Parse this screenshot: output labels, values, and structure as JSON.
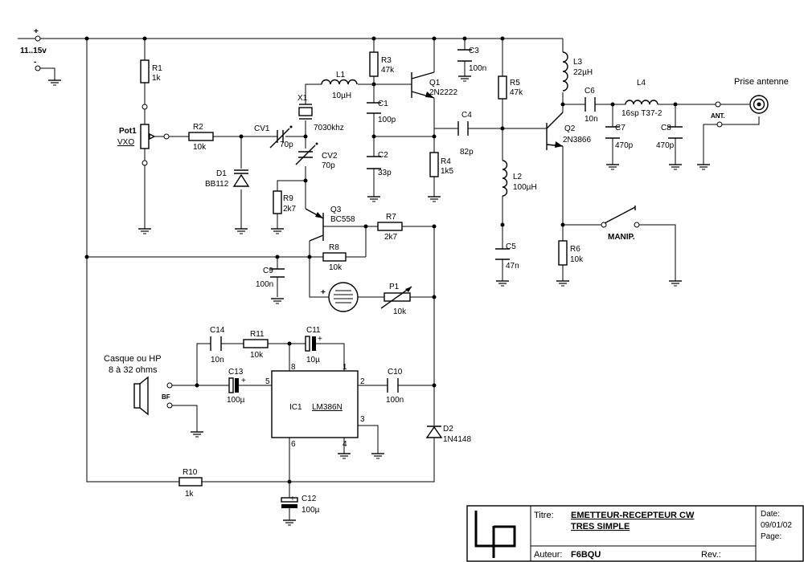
{
  "power": {
    "plus": "+",
    "voltage": "11..15v",
    "minus": "-"
  },
  "components": {
    "r1": {
      "ref": "R1",
      "value": "1k"
    },
    "pot1": {
      "ref": "Pot1",
      "value": "VXO"
    },
    "r2": {
      "ref": "R2",
      "value": "10k"
    },
    "d1": {
      "ref": "D1",
      "value": "BB112"
    },
    "x1": {
      "ref": "X1",
      "value": "7030khz"
    },
    "l1": {
      "ref": "L1",
      "value": "10µH"
    },
    "cv1": {
      "ref": "CV1",
      "value": "70p"
    },
    "cv2": {
      "ref": "CV2",
      "value": "70p"
    },
    "r3": {
      "ref": "R3",
      "value": "47k"
    },
    "q1": {
      "ref": "Q1",
      "value": "2N2222"
    },
    "c3": {
      "ref": "C3",
      "value": "100n"
    },
    "c1": {
      "ref": "C1",
      "value": "100p"
    },
    "c2": {
      "ref": "C2",
      "value": "33p"
    },
    "r4": {
      "ref": "R4",
      "value": "1k5"
    },
    "c4": {
      "ref": "C4",
      "value": "82p"
    },
    "r5": {
      "ref": "R5",
      "value": "47k"
    },
    "l2": {
      "ref": "L2",
      "value": "100µH"
    },
    "c5": {
      "ref": "C5",
      "value": "47n"
    },
    "l3": {
      "ref": "L3",
      "value": "22µH"
    },
    "q2": {
      "ref": "Q2",
      "value": "2N3866"
    },
    "c6": {
      "ref": "C6",
      "value": "10n"
    },
    "l4": {
      "ref": "L4",
      "value": "16sp T37-2"
    },
    "c7": {
      "ref": "C7",
      "value": "470p"
    },
    "c8": {
      "ref": "C8",
      "value": "470p"
    },
    "r6": {
      "ref": "R6",
      "value": "10k"
    },
    "r9": {
      "ref": "R9",
      "value": "2k7"
    },
    "q3": {
      "ref": "Q3",
      "value": "BC558"
    },
    "r7": {
      "ref": "R7",
      "value": "2k7"
    },
    "r8": {
      "ref": "R8",
      "value": "10k"
    },
    "c9": {
      "ref": "C9",
      "value": "100n"
    },
    "p1": {
      "ref": "P1",
      "value": "10k"
    },
    "c14": {
      "ref": "C14",
      "value": "10n"
    },
    "r11": {
      "ref": "R11",
      "value": "10k"
    },
    "c11": {
      "ref": "C11",
      "value": "10µ"
    },
    "c13": {
      "ref": "C13",
      "value": "100µ"
    },
    "c10": {
      "ref": "C10",
      "value": "100n"
    },
    "ic1": {
      "ref": "IC1",
      "value": "LM386N"
    },
    "d2": {
      "ref": "D2",
      "value": "1N4148"
    },
    "r10": {
      "ref": "R10",
      "value": "1k"
    },
    "c12": {
      "ref": "C12",
      "value": "100µ"
    }
  },
  "ic_pins": {
    "p8": "8",
    "p1": "1",
    "p5": "5",
    "p2": "2",
    "p3": "3",
    "p6": "6",
    "p4": "4"
  },
  "labels": {
    "antenna": "Prise antenne",
    "ant": "ANT.",
    "manip": "MANIP.",
    "headphone_1": "Casque ou HP",
    "headphone_2": "8 à 32 ohms",
    "bf": "BF",
    "plus": "+"
  },
  "title_block": {
    "titre_label": "Titre:",
    "title_line1": "EMETTEUR-RECEPTEUR CW",
    "title_line2": "TRES SIMPLE",
    "auteur_label": "Auteur:",
    "author": "F6BQU",
    "rev_label": "Rev.:",
    "date_label": "Date:",
    "date": "09/01/02",
    "page_label": "Page:"
  }
}
